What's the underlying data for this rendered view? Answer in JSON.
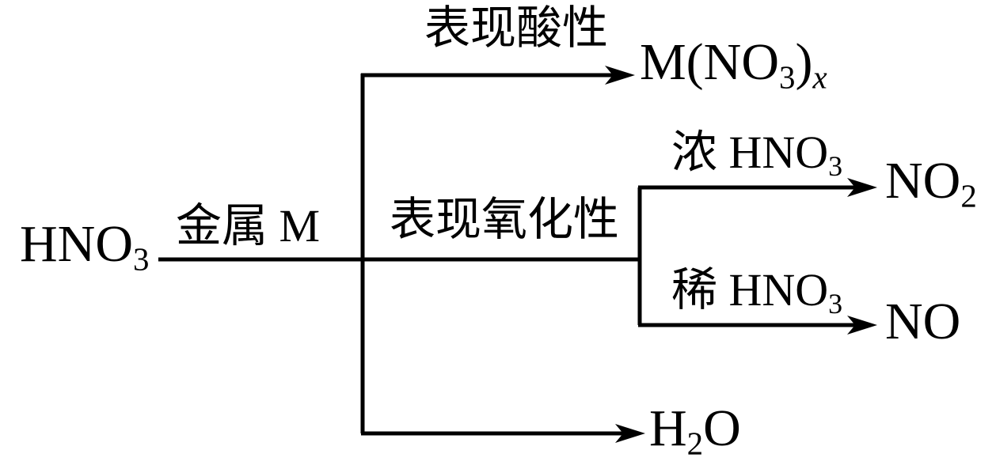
{
  "diagram": {
    "title_semantic": "HNO3 reaction with metal M flow diagram",
    "background_color": "#ffffff",
    "line_color": "#000000",
    "nodes": {
      "reactant": {
        "main": "HNO",
        "sub": "3"
      },
      "salt": {
        "pre": "M(NO",
        "sub": "3",
        "close": ")",
        "subx": "x"
      },
      "no2": {
        "main": "NO",
        "sub": "2"
      },
      "no": {
        "main": "NO"
      },
      "water": {
        "pre": "H",
        "sub": "2",
        "post": "O"
      }
    },
    "labels": {
      "metal": "金属 M",
      "acidic": "表现酸性",
      "oxidizing": "表现氧化性",
      "concentrated": {
        "text": "浓 HNO",
        "sub": "3"
      },
      "dilute": {
        "text": "稀 HNO",
        "sub": "3"
      }
    }
  }
}
